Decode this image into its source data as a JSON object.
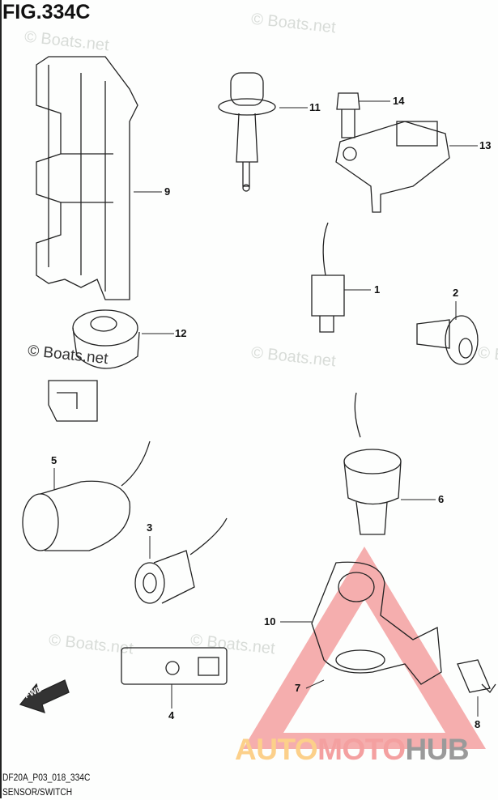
{
  "figure": {
    "title": "FIG.334C",
    "code": "DF20A_P03_018_334C",
    "caption": "SENSOR/SWITCH"
  },
  "watermark": "© Boats.net",
  "callouts": [
    "1",
    "2",
    "3",
    "4",
    "5",
    "6",
    "7",
    "8",
    "9",
    "10",
    "11",
    "12",
    "13",
    "14"
  ],
  "direction_label": "FWD",
  "logo": {
    "part1": "AUTO",
    "part2": "MOTO",
    "part3": "HUB"
  },
  "colors": {
    "logo_orange": "#fcd08a",
    "logo_red": "#f4a0a0",
    "logo_gray": "#9a9a9a"
  }
}
